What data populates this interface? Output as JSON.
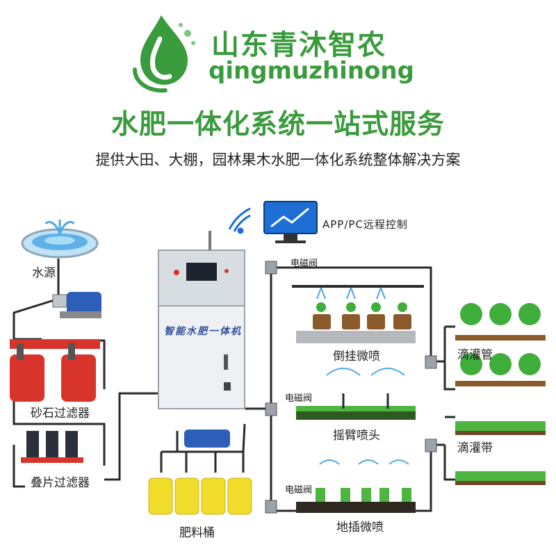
{
  "brand": {
    "name_cn": "山东青沐智农",
    "name_en": "qingmuzhinong"
  },
  "headline": "水肥一体化系统一站式服务",
  "subheadline": "提供大田、大棚，园林果木水肥一体化系统整体解决方案",
  "remote": {
    "label": "APP/PC远程控制"
  },
  "machine": {
    "label": "智能水肥一体机"
  },
  "source": {
    "water": "水源",
    "sand_filter": "砂石过滤器",
    "disc_filter": "叠片过滤器",
    "fertilizer_tanks": "肥料桶"
  },
  "valves": {
    "valve_label": "电磁阀"
  },
  "zones": {
    "hanging_spray": "倒挂微喷",
    "rocker_sprinkler": "摇臂喷头",
    "ground_spray": "地插微喷",
    "drip_pipe": "滴灌管",
    "drip_tape": "滴灌带"
  },
  "colors": {
    "brand_green": "#3a9b3c",
    "pipe": "#2a2a2a",
    "filter_red": "#d9342b",
    "tank_yellow": "#f2dc2b",
    "pump_blue": "#2d5fb8",
    "monitor_blue": "#1d6fd6"
  },
  "icons": [
    "water-drop-logo-icon",
    "wifi-icon",
    "monitor-icon",
    "fountain-icon",
    "pump-icon",
    "valve-icon",
    "plant-icon",
    "tree-icon",
    "grass-icon"
  ]
}
